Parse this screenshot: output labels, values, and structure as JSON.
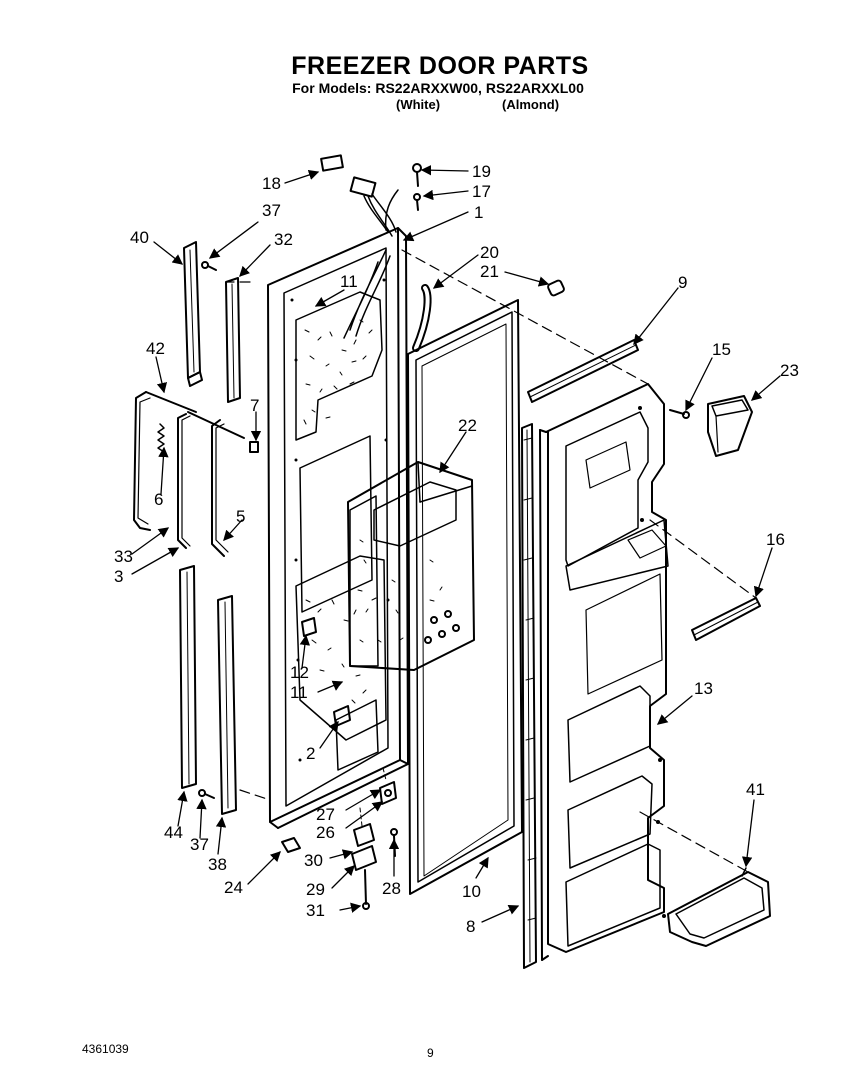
{
  "header": {
    "title": "FREEZER DOOR PARTS",
    "models_line": "For Models: RS22ARXXW00, RS22ARXXL00",
    "color_white": "(White)",
    "color_almond": "(Almond)"
  },
  "callouts": [
    "18",
    "19",
    "17",
    "1",
    "37",
    "40",
    "32",
    "20",
    "21",
    "9",
    "11",
    "15",
    "23",
    "42",
    "7",
    "22",
    "6",
    "5",
    "16",
    "33",
    "3",
    "12",
    "11",
    "13",
    "2",
    "41",
    "27",
    "26",
    "44",
    "37",
    "30",
    "28",
    "38",
    "24",
    "29",
    "10",
    "8",
    "31"
  ],
  "footer": {
    "doc_number": "4361039",
    "page_number": "9"
  }
}
